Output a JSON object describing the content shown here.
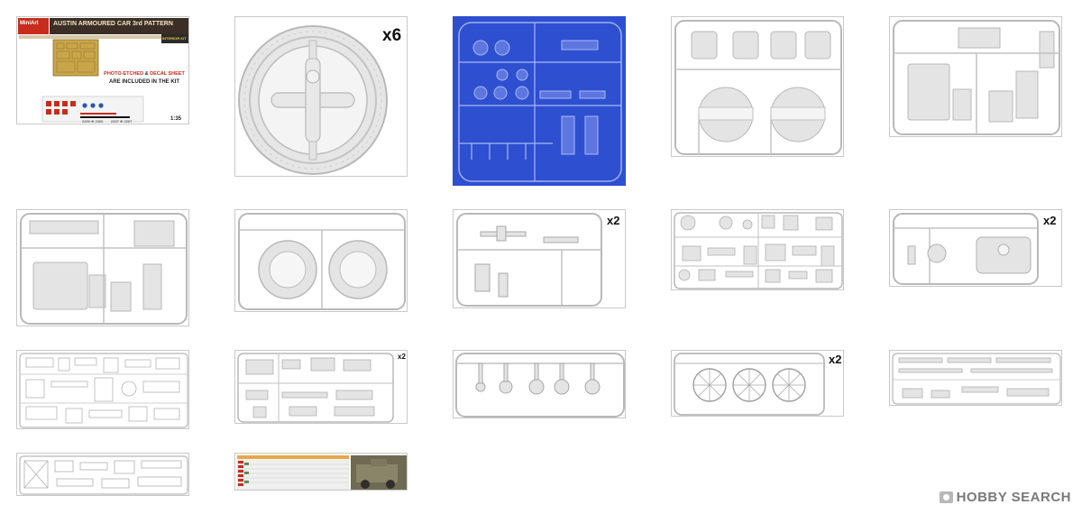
{
  "gallery": {
    "box": {
      "brand": "MiniArt",
      "title": "AUSTIN ARMOURED CAR 3rd PATTERN",
      "badge": "INTERIOR KIT",
      "headline_1": "PHOTO-ETCHED",
      "headline_amp": "&",
      "headline_2": "DECAL SHEET",
      "headline_3": "ARE INCLUDED IN THE KIT",
      "scale": "1:35",
      "decal_codes": [
        "2200 ⊕ 2200",
        "2207 ⊕ 2207"
      ]
    },
    "quantities": {
      "wheel": "x6",
      "sprue_gun": "x2",
      "sprue_turret": "x2",
      "sprue_small_parts": "x2",
      "sprue_spoked_wheels": "x2"
    },
    "colors": {
      "page_background": "#ffffff",
      "thumb_border": "#c9c9c9",
      "sprue_fill": "#e4e4e4",
      "sprue_outline": "#b8b8b8",
      "clear_sprue_blue": "#2e4fd0",
      "box_red": "#c72c1c",
      "watermark_grey": "#7a7a7a"
    },
    "watermark": "HOBBY SEARCH",
    "icons": [
      "hobby-search-logo-icon"
    ]
  }
}
